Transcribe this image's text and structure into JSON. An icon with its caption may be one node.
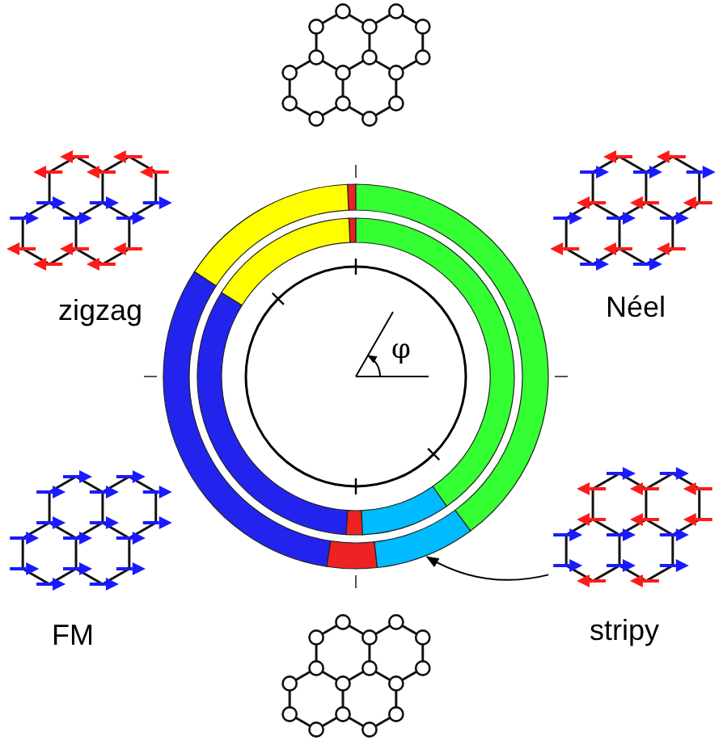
{
  "diagram": {
    "nodes": [
      {
        "text": [],
        "shape": "picture"
      },
      {
        "text": [],
        "shape": "picture",
        "beside": [
          "zigzag"
        ]
      },
      {
        "text": [],
        "shape": "picture",
        "beside": [
          "Néel"
        ]
      },
      {
        "text": [],
        "shape": "picture",
        "beside": [
          "FM"
        ]
      },
      {
        "text": [],
        "shape": "picture",
        "beside": [
          "stripy"
        ]
      },
      {
        "text": [],
        "shape": "picture"
      },
      {
        "text": [],
        "shape": "bar"
      }
    ],
    "edges": [
      {
        "from": 4,
        "to": 6,
        "arrow": "to"
      }
    ],
    "labels": [
      "φ"
    ]
  }
}
